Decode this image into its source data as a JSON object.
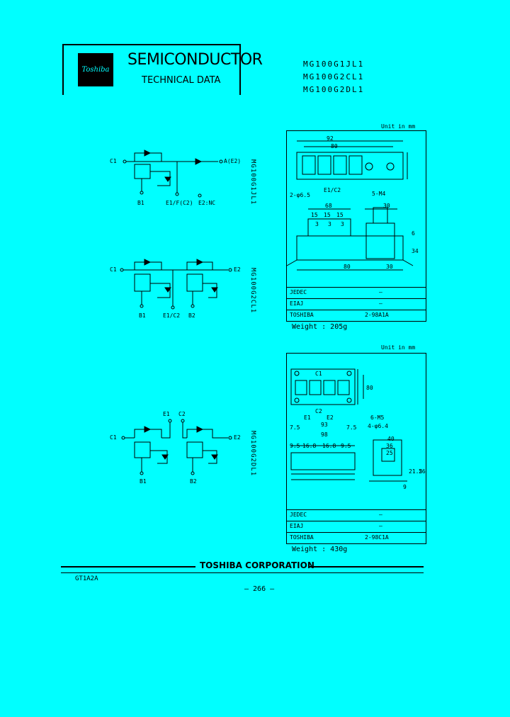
{
  "header": {
    "logo_text": "Toshiba",
    "title": "SEMICONDUCTOR",
    "subtitle": "TECHNICAL DATA",
    "part_numbers": [
      "MG100G1JL1",
      "MG100G2CL1",
      "MG100G2DL1"
    ]
  },
  "circuit_1": {
    "label": "MG100G1JL1",
    "c1": "C1",
    "a_e2": "A(E2)",
    "b1": "B1",
    "e1_c2": "E1/F(C2)",
    "e2_nc": "E2:NC"
  },
  "circuit_2": {
    "label": "MG100G2CL1",
    "c1": "C1",
    "e2": "E2",
    "b1": "B1",
    "e1_c2": "E1/C2",
    "b2": "B2"
  },
  "circuit_3": {
    "label": "MG100G2DL1",
    "c1": "C1",
    "e1": "E1",
    "c2": "C2",
    "e2": "E2",
    "b1": "B1",
    "b2": "B2"
  },
  "package_1": {
    "unit": "Unit in mm",
    "dims": [
      "92",
      "80",
      "E1/C2",
      "5-M4",
      "2-φ6.5",
      "68",
      "30",
      "15",
      "15",
      "15",
      "3",
      "3",
      "3",
      "80",
      "30",
      "6",
      "34"
    ],
    "table": [
      {
        "label": "JEDEC",
        "value": "—"
      },
      {
        "label": "EIAJ",
        "value": "—"
      },
      {
        "label": "TOSHIBA",
        "value": "2-98A1A"
      }
    ],
    "weight": "Weight : 205g"
  },
  "package_2": {
    "unit": "Unit in mm",
    "dims": [
      "C1",
      "C2",
      "E1",
      "E2",
      "6-M5",
      "4-φ6.4",
      "93",
      "98",
      "80",
      "40",
      "36",
      "25",
      "16.8",
      "16.8",
      "9.5",
      "9.5",
      "7.5",
      "7.5",
      "26",
      "21.5",
      "9"
    ],
    "table": [
      {
        "label": "JEDEC",
        "value": "—"
      },
      {
        "label": "EIAJ",
        "value": "—"
      },
      {
        "label": "TOSHIBA",
        "value": "2-98C1A"
      }
    ],
    "weight": "Weight : 430g"
  },
  "footer": {
    "corp": "TOSHIBA CORPORATION",
    "code": "GT1A2A",
    "page": "– 266 –"
  }
}
